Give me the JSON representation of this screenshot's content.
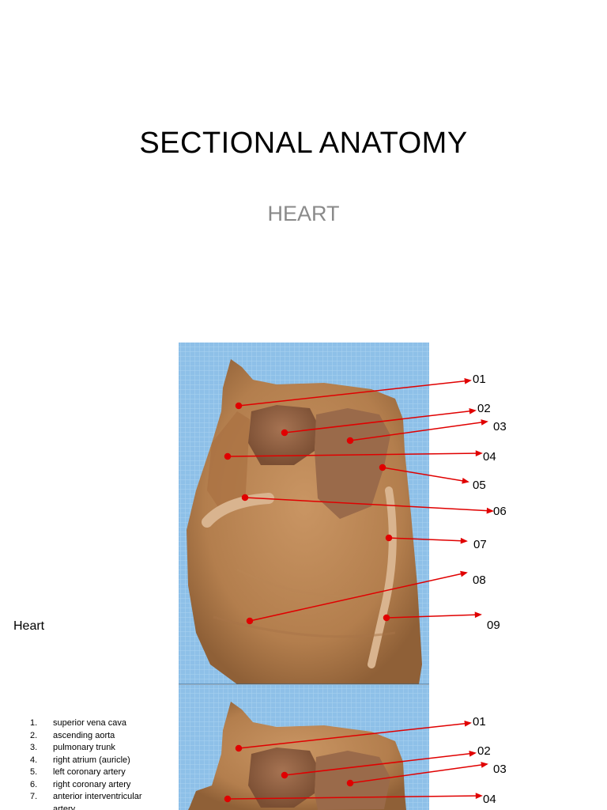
{
  "slide1": {
    "title": "SECTIONAL ANATOMY",
    "subtitle": "HEART"
  },
  "slide2": {
    "side_label": "Heart",
    "markers": [
      "01",
      "02",
      "03",
      "04",
      "05",
      "06",
      "07",
      "08",
      "09"
    ],
    "legend": [
      {
        "num": "1.",
        "text": "superior vena cava"
      },
      {
        "num": "2.",
        "text": "ascending aorta"
      },
      {
        "num": "3.",
        "text": "pulmonary trunk"
      },
      {
        "num": "4.",
        "text": "right atrium (auricle)"
      },
      {
        "num": "5.",
        "text": "left coronary artery"
      },
      {
        "num": "6.",
        "text": "right coronary artery"
      },
      {
        "num": "7.",
        "text": "anterior interventricular artery"
      }
    ],
    "marker_color": "#e00000"
  }
}
